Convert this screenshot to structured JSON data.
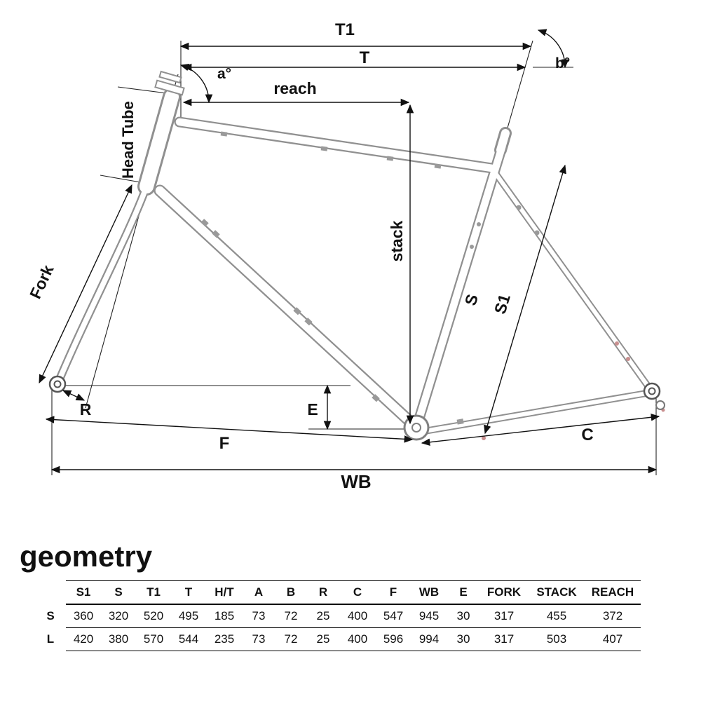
{
  "section_title": "geometry",
  "colors": {
    "dimension_line": "#111111",
    "tube_outline": "#909090",
    "accent_dot": "#c98f8f"
  },
  "diagram": {
    "labels": {
      "t1": "T1",
      "t": "T",
      "a_angle": "a°",
      "b_angle": "b°",
      "reach": "reach",
      "head_tube": "Head Tube",
      "fork": "Fork",
      "stack": "stack",
      "s": "S",
      "s1": "S1",
      "r": "R",
      "e": "E",
      "f": "F",
      "c": "C",
      "wb": "WB"
    }
  },
  "table": {
    "columns": [
      "S1",
      "S",
      "T1",
      "T",
      "H/T",
      "A",
      "B",
      "R",
      "C",
      "F",
      "WB",
      "E",
      "FORK",
      "STACK",
      "REACH"
    ],
    "rows": [
      {
        "label": "S",
        "values": [
          "360",
          "320",
          "520",
          "495",
          "185",
          "73",
          "72",
          "25",
          "400",
          "547",
          "945",
          "30",
          "317",
          "455",
          "372"
        ]
      },
      {
        "label": "L",
        "values": [
          "420",
          "380",
          "570",
          "544",
          "235",
          "73",
          "72",
          "25",
          "400",
          "596",
          "994",
          "30",
          "317",
          "503",
          "407"
        ]
      }
    ]
  }
}
